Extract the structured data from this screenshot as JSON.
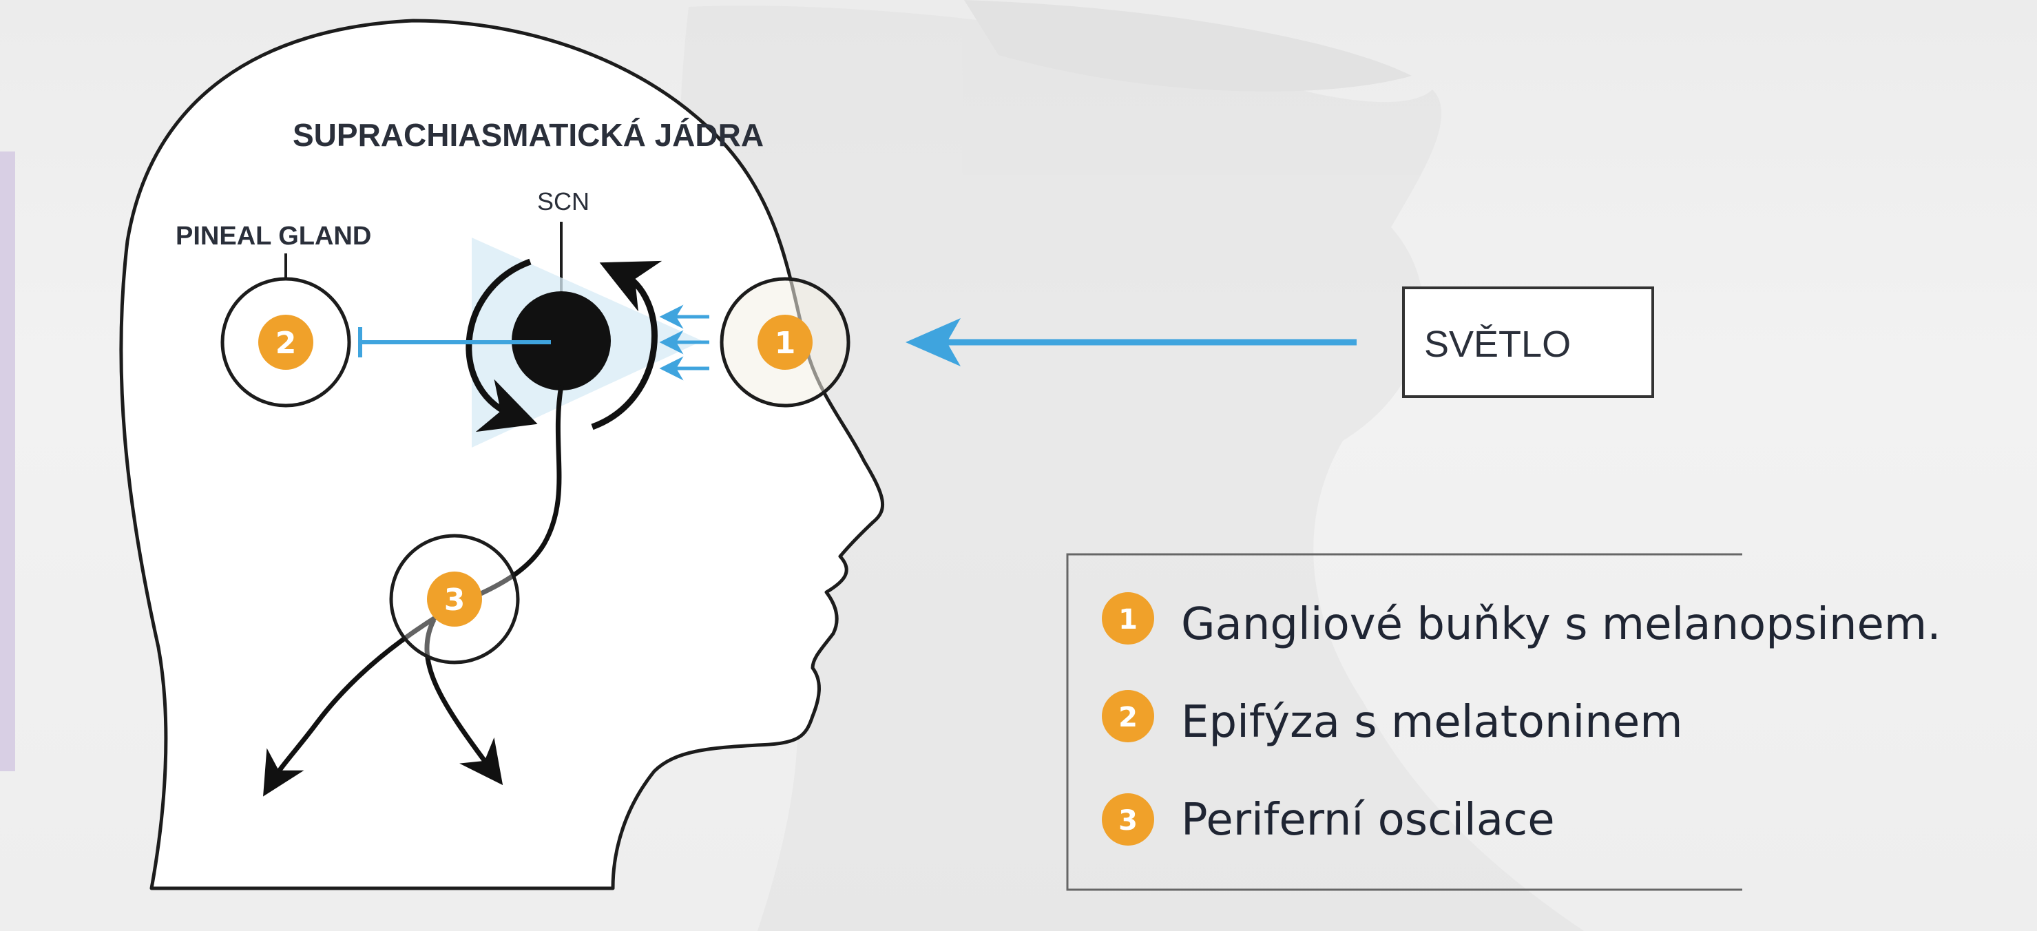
{
  "diagram": {
    "heading": "SUPRACHIASMATICKÁ JÁDRA",
    "scn_label": "SCN",
    "pineal_label": "PINEAL GLAND",
    "light_box_label": "SVĚTLO",
    "markers": [
      {
        "number": "1"
      },
      {
        "number": "2"
      },
      {
        "number": "3"
      }
    ],
    "legend": [
      {
        "number": "1",
        "text": "Gangliové buňky s melanopsinem."
      },
      {
        "number": "2",
        "text": "Epifýza s melatoninem"
      },
      {
        "number": "3",
        "text": "Periferní oscilace"
      }
    ],
    "colors": {
      "marker_orange": "#f0a12a",
      "light_blue": "#3fa4de",
      "scn_black": "#111111",
      "outline": "#1c1c1c"
    }
  }
}
